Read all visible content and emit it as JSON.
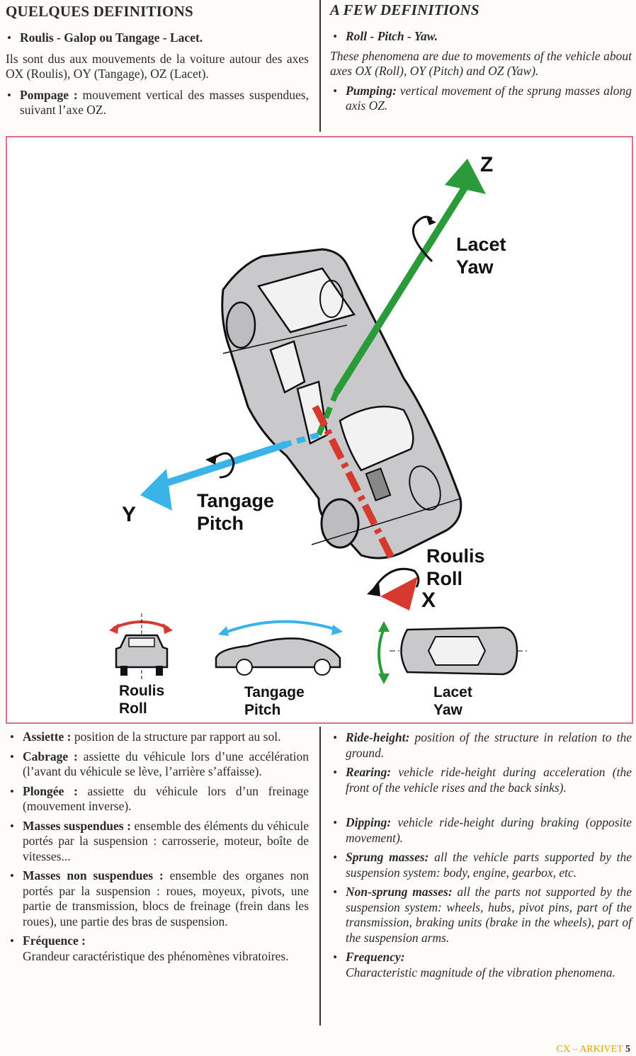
{
  "top": {
    "fr": {
      "heading": "QUELQUES DEFINITIONS",
      "roulis_title": "Roulis - Galop ou Tangage - Lacet.",
      "roulis_text": "Ils sont dus aux mouvements de la voiture autour des axes OX (Roulis), OY (Tangage), OZ (Lacet).",
      "pompage_term": "Pompage :",
      "pompage_text": " mouvement vertical des masses suspendues, suivant l’axe OZ."
    },
    "en": {
      "heading": "A FEW DEFINITIONS",
      "roll_title": "Roll - Pitch - Yaw.",
      "roll_text": "These phenomena are due to movements of the vehicle about axes OX (Roll), OY (Pitch) and OZ (Yaw).",
      "pumping_term": "Pumping:",
      "pumping_text": " vertical movement of the sprung masses along axis OZ."
    }
  },
  "figure": {
    "axis_z": "Z",
    "axis_y": "Y",
    "axis_x": "X",
    "lacet": "Lacet",
    "yaw": "Yaw",
    "tangage": "Tangage",
    "pitch": "Pitch",
    "roulis": "Roulis",
    "roll": "Roll",
    "small_roulis": "Roulis",
    "small_roll": "Roll",
    "small_tangage": "Tangage",
    "small_pitch": "Pitch",
    "small_lacet": "Lacet",
    "small_yaw": "Yaw",
    "colors": {
      "z_axis": "#2a9a3a",
      "y_axis": "#3ab4e8",
      "x_axis": "#d63a2e",
      "frame": "#d87090",
      "car": "#c9c9cc"
    }
  },
  "bottom": {
    "fr": [
      {
        "term": "Assiette :",
        "text": " position de la structure par rapport au sol."
      },
      {
        "term": "Cabrage :",
        "text": " assiette du véhicule lors d’une accélération (l’avant du véhicule se lève, l’arrière s’affaisse)."
      },
      {
        "term": "Plongée :",
        "text": " assiette du véhicule lors d’un freinage (mouvement inverse)."
      },
      {
        "term": "Masses suspendues :",
        "text": " ensemble des éléments du véhicule portés par la suspension : carrosserie, moteur, boîte de vitesses..."
      },
      {
        "term": "Masses non suspendues :",
        "text": " ensemble des organes non portés par la suspension : roues, moyeux, pivots, une partie de transmission, blocs de freinage (frein dans les roues), une partie des bras de suspension."
      },
      {
        "term": "Fréquence :",
        "text": "Grandeur caractéristique des phénomènes vibratoires."
      }
    ],
    "en": [
      {
        "term": "Ride-height:",
        "text": " position of the structure in relation to the ground."
      },
      {
        "term": "Rearing:",
        "text": " vehicle ride-height during acceleration (the front of the vehicle rises and the back sinks)."
      },
      {
        "term": "Dipping:",
        "text": " vehicle ride-height during braking (opposite movement)."
      },
      {
        "term": "Sprung masses:",
        "text": " all the vehicle parts supported by the suspension system: body, engine, gearbox, etc."
      },
      {
        "term": "Non-sprung masses:",
        "text": " all the parts not supported by the suspension system: wheels, hubs, pivot pins, part of the transmission, braking units (brake in the wheels), part of the suspension arms."
      },
      {
        "term": "Frequency:",
        "text": "Characteristic magnitude of the vibration phenomena."
      }
    ]
  },
  "footer": {
    "watermark": "CX – ARKIVET",
    "page_number": "5"
  }
}
